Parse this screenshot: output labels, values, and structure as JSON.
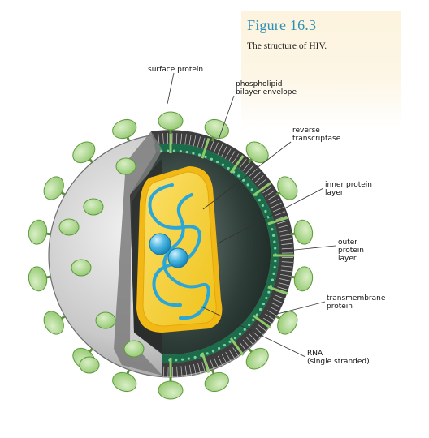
{
  "figure": {
    "title": "Figure 16.3",
    "caption": "The structure of HIV."
  },
  "labels": {
    "surface_protein": "surface protein",
    "phospholipid_1": "phospholipid",
    "phospholipid_2": "bilayer envelope",
    "reverse_1": "reverse",
    "reverse_2": "transcriptase",
    "inner_1": "inner protein",
    "inner_2": "layer",
    "outer_1": "outer",
    "outer_2": "protein",
    "outer_3": "layer",
    "trans_1": "transmembrane",
    "trans_2": "protein",
    "rna_1": "RNA",
    "rna_2": "(single stranded)"
  },
  "colors": {
    "surface_knob": "#a8d58a",
    "envelope_gray": "#9a9a9a",
    "outer_protein_green": "#1c6b4a",
    "capsid_yellow": "#f7d73a",
    "rna_blue": "#2aa6d8"
  }
}
